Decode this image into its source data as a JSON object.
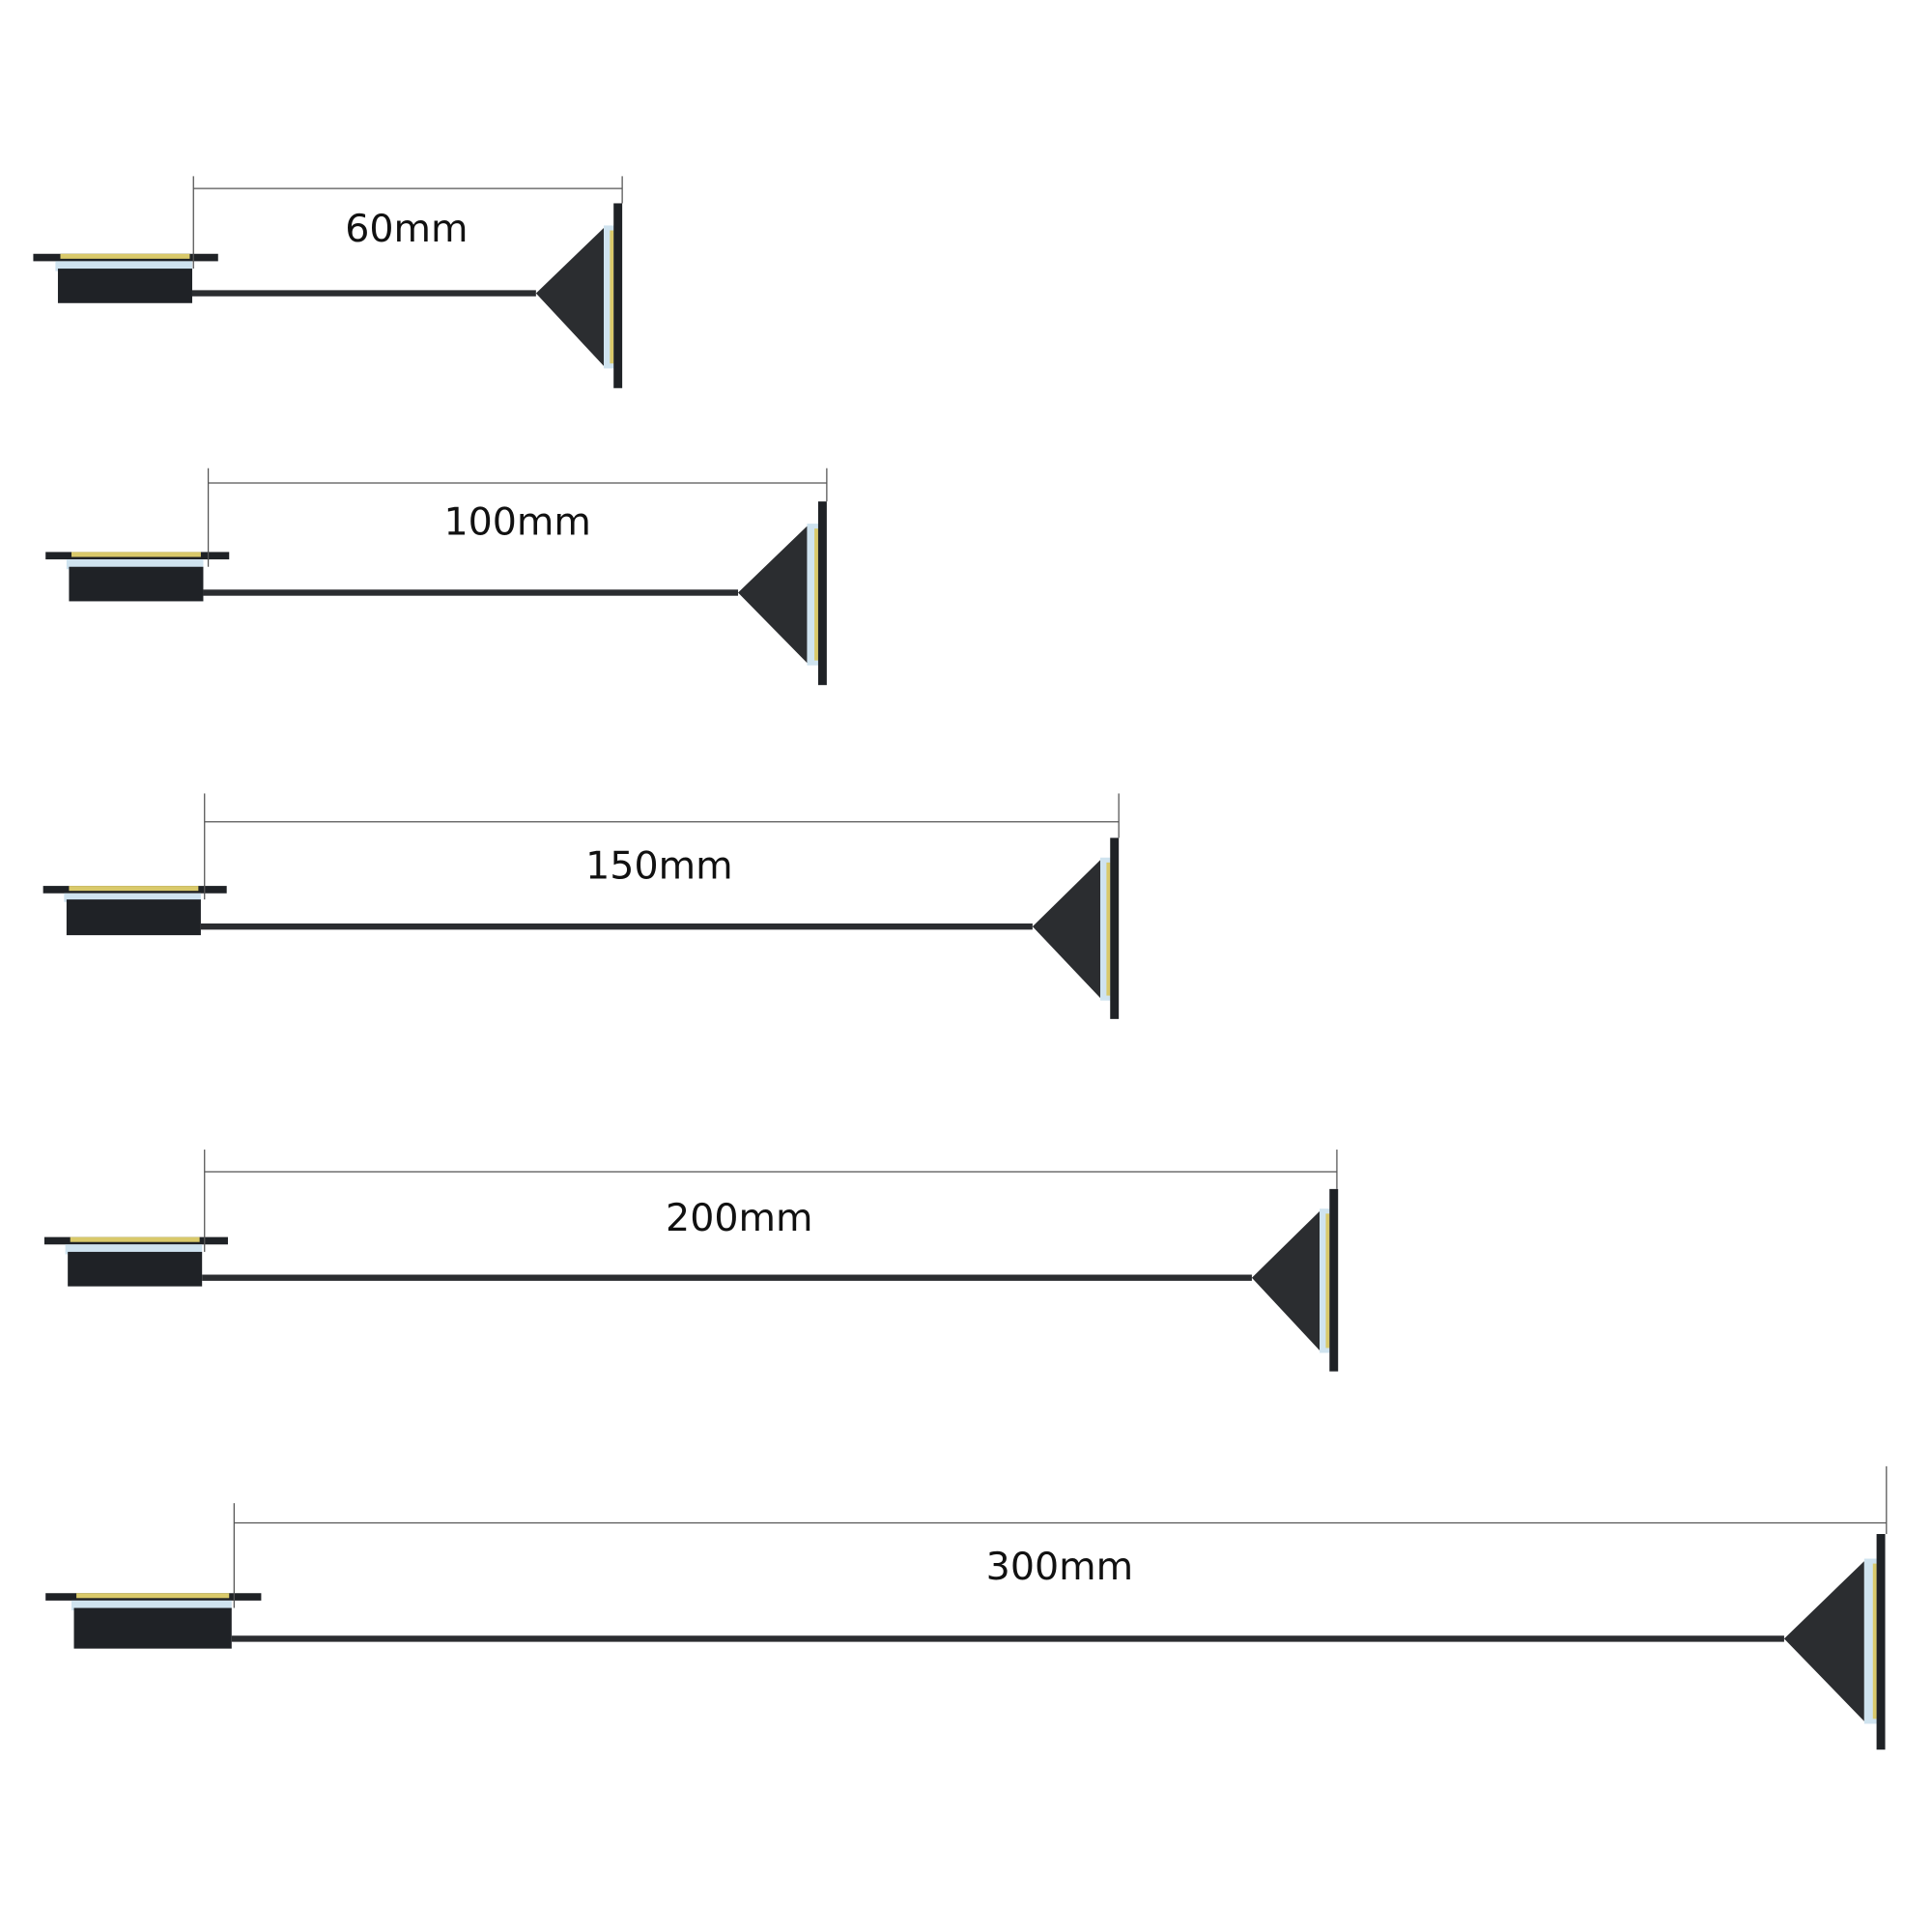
{
  "colors": {
    "cable": "#2b2d30",
    "connector_black": "#1f2226",
    "connector_light": "#cfe3ef",
    "pins": "#d9c96a",
    "dimension_line": "#555555",
    "background": "#ffffff"
  },
  "cables": [
    {
      "length_label": "60mm"
    },
    {
      "length_label": "100mm"
    },
    {
      "length_label": "150mm"
    },
    {
      "length_label": "200mm"
    },
    {
      "length_label": "300mm"
    }
  ]
}
